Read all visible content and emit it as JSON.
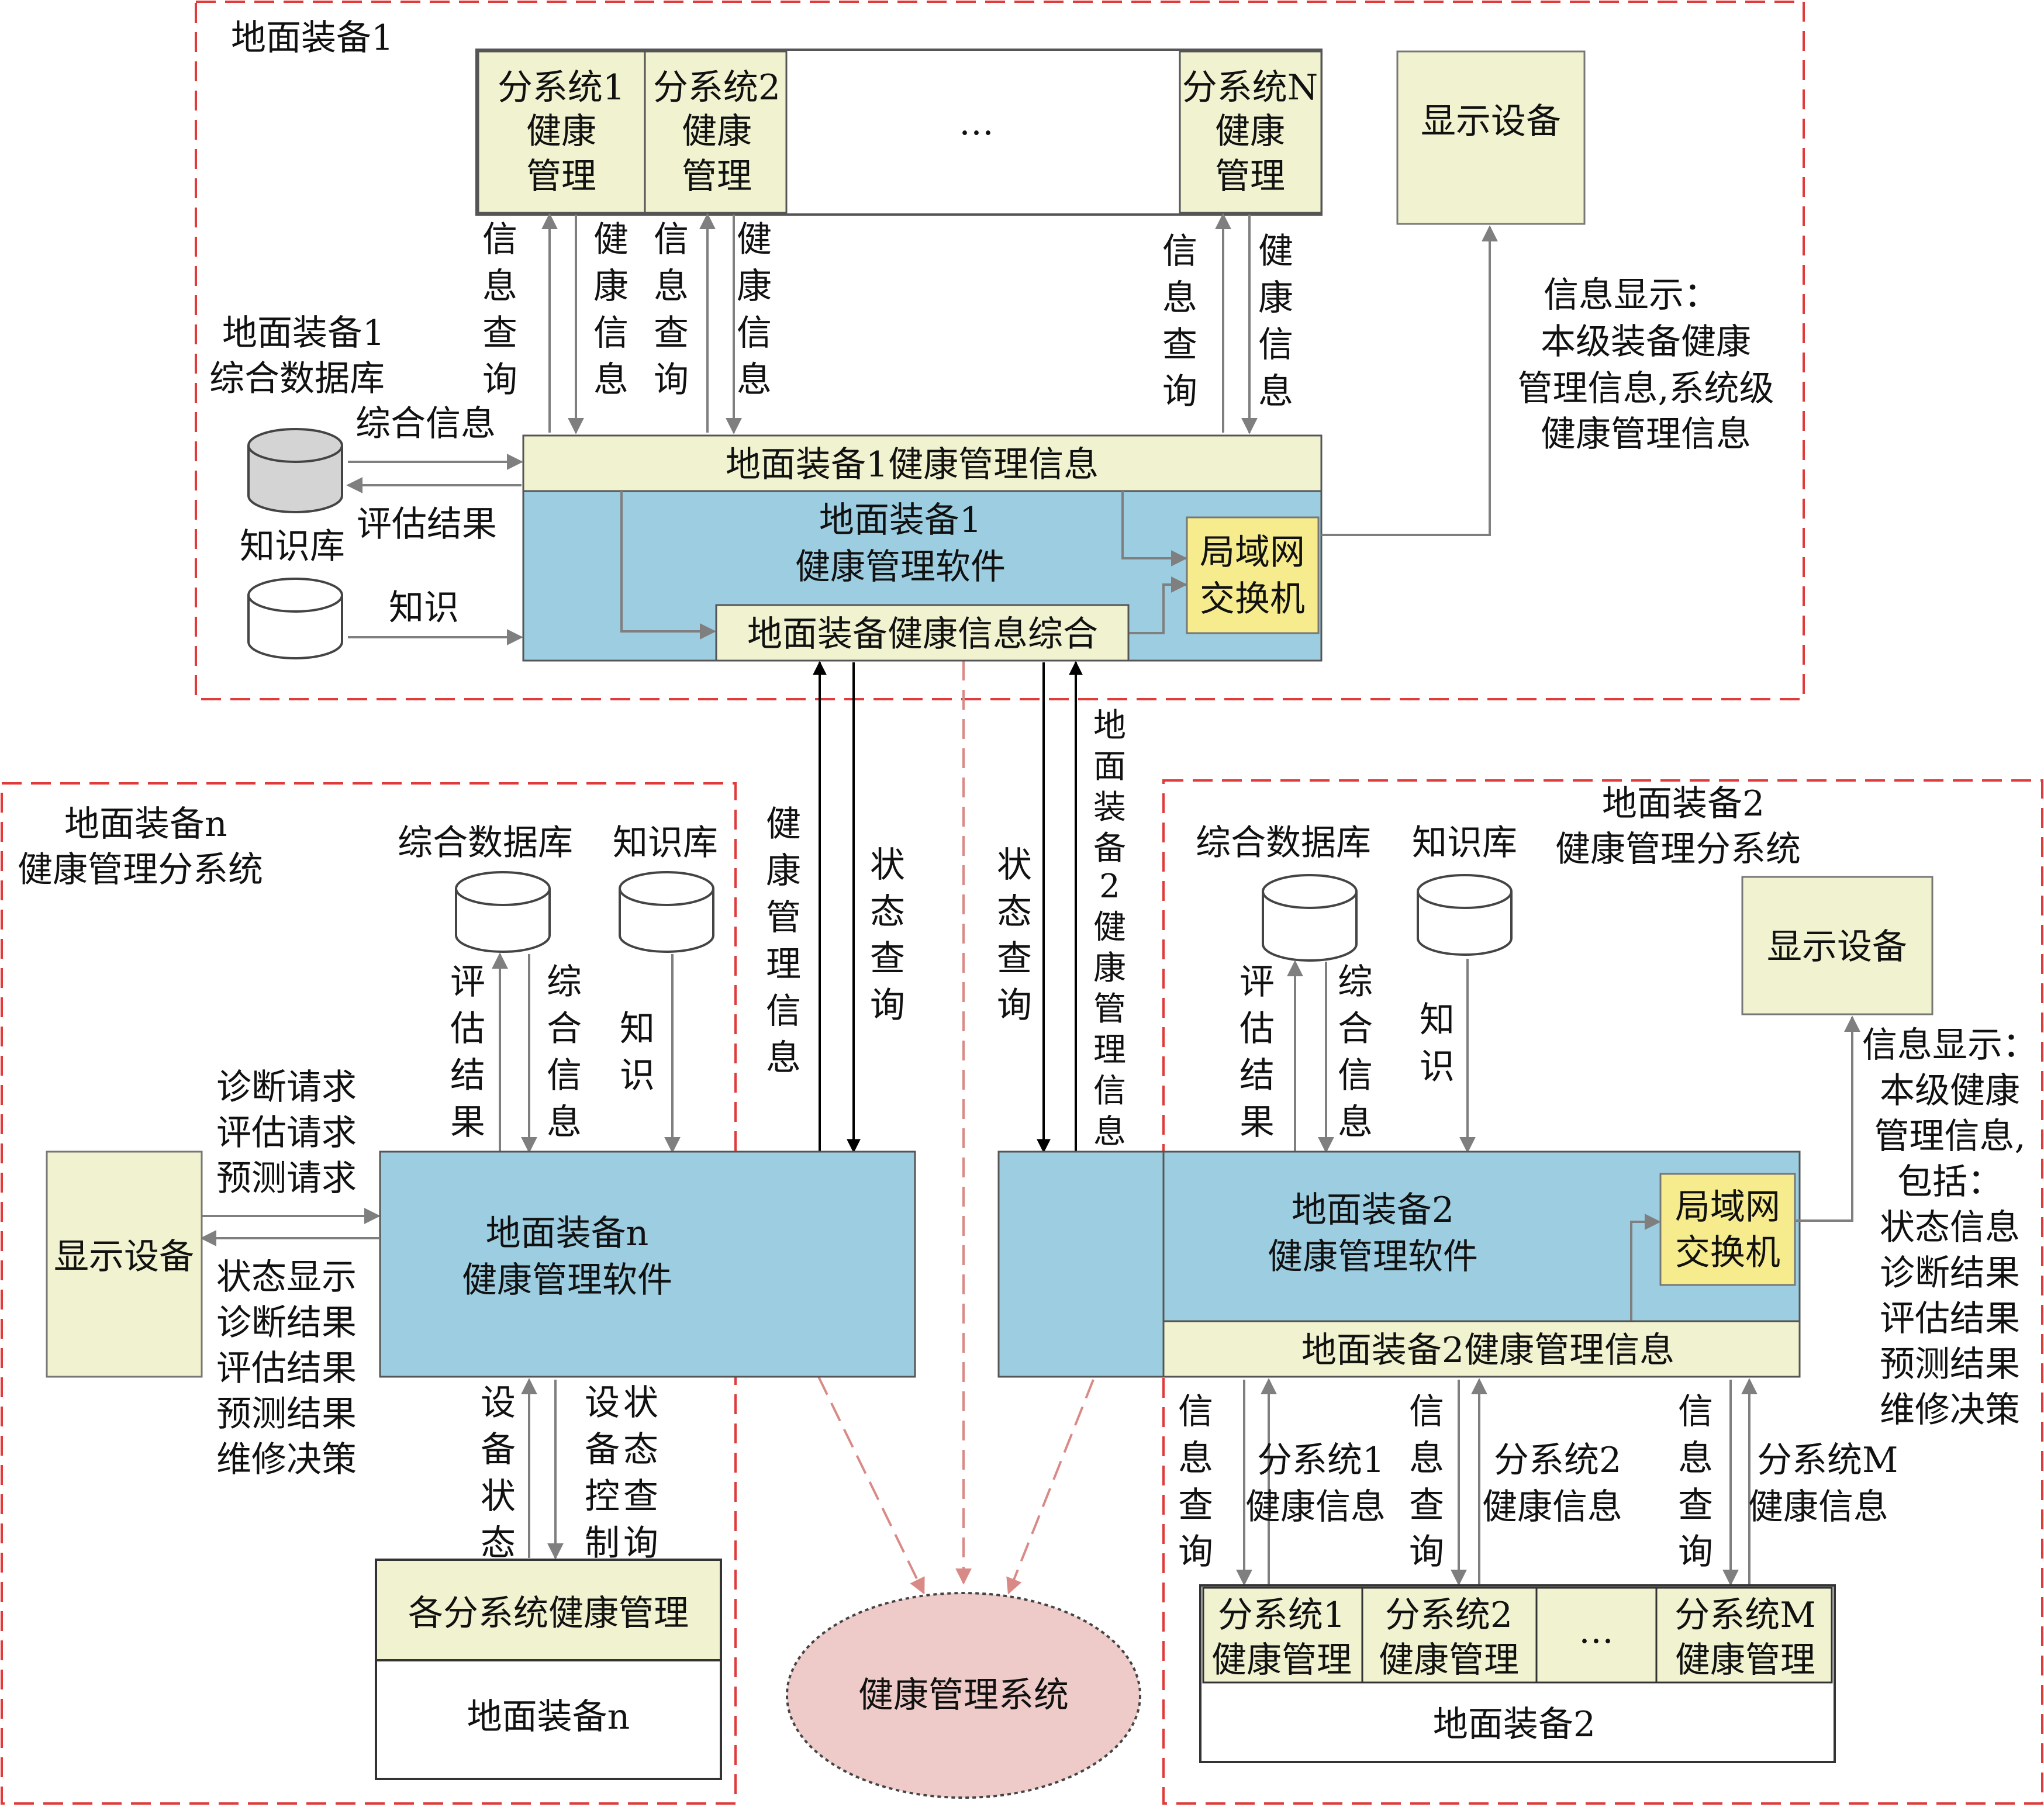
{
  "colors": {
    "software": "#9ccde0",
    "info_bar": "#f1f2cf",
    "subsystem": "#f1f2cf",
    "switch": "#f6ec8e",
    "system_ellipse": "#eecbc8",
    "region_border": "#e03a3a",
    "arrow_gray": "#7f7f7f",
    "arrow_dark": "#000000",
    "dashed_arrow": "#d98a86"
  },
  "equip1": {
    "title": "地面装备1",
    "subsystems": {
      "s1": [
        "分系统1",
        "健康",
        "管理"
      ],
      "s2": [
        "分系统2",
        "健康",
        "管理"
      ],
      "dots": "…",
      "sN": [
        "分系统N",
        "健康",
        "管理"
      ]
    },
    "display": "显示设备",
    "labels": {
      "info_query_1": [
        "信",
        "息",
        "查",
        "询"
      ],
      "health_info_1": [
        "健",
        "康",
        "信",
        "息"
      ],
      "info_query_2": [
        "信",
        "息",
        "查",
        "询"
      ],
      "health_info_2": [
        "健",
        "康",
        "信",
        "息"
      ],
      "info_query_N": [
        "信",
        "息",
        "查",
        "询"
      ],
      "health_info_N": [
        "健",
        "康",
        "信",
        "息"
      ]
    },
    "db_title": [
      "地面装备1",
      "综合数据库"
    ],
    "composite_info": "综合信息",
    "eval_result": "评估结果",
    "kb": "知识库",
    "knowledge": "知识",
    "health_info_bar": "地面装备1健康管理信息",
    "software": [
      "地面装备1",
      "健康管理软件"
    ],
    "switch": [
      "局域网",
      "交换机"
    ],
    "integration": "地面装备健康信息综合",
    "display_note": [
      "信息显示：",
      "本级装备健康",
      "管理信息,系统级",
      "健康管理信息"
    ]
  },
  "center": {
    "health_mgmt_info": [
      "健",
      "康",
      "管",
      "理",
      "信",
      "息"
    ],
    "status_query_left": [
      "状",
      "态",
      "查",
      "询"
    ],
    "status_query_right": [
      "状",
      "态",
      "查",
      "询"
    ],
    "equip2_health_info": [
      "地",
      "面",
      "装",
      "备",
      "2",
      "健",
      "康",
      "管",
      "理",
      "信",
      "息"
    ],
    "system": "健康管理系统"
  },
  "equipn": {
    "title": [
      "地面装备n",
      "健康管理分系统"
    ],
    "db": "综合数据库",
    "kb": "知识库",
    "eval_result": [
      "评",
      "估",
      "结",
      "果"
    ],
    "composite_info": [
      "综",
      "合",
      "信",
      "息"
    ],
    "knowledge": [
      "知",
      "识"
    ],
    "requests": [
      "诊断请求",
      "评估请求",
      "预测请求"
    ],
    "display": "显示设备",
    "results": [
      "状态显示",
      "诊断结果",
      "评估结果",
      "预测结果",
      "维修决策"
    ],
    "software": [
      "地面装备n",
      "健康管理软件"
    ],
    "equip_status": [
      "设",
      "备",
      "状",
      "态"
    ],
    "status_query": [
      "状",
      "态",
      "查",
      "询"
    ],
    "device_control": [
      "设",
      "备",
      "控",
      "制"
    ],
    "subsys_mgmt": "各分系统健康管理",
    "equip": "地面装备n"
  },
  "equip2": {
    "title": [
      "地面装备2",
      "健康管理分系统"
    ],
    "db": "综合数据库",
    "kb": "知识库",
    "display": "显示设备",
    "eval_result": [
      "评",
      "估",
      "结",
      "果"
    ],
    "composite_info": [
      "综",
      "合",
      "信",
      "息"
    ],
    "knowledge": [
      "知",
      "识"
    ],
    "display_note": [
      "信息显示：",
      "本级健康",
      "管理信息,",
      "包括：",
      "状态信息",
      "诊断结果",
      "评估结果",
      "预测结果",
      "维修决策"
    ],
    "software": [
      "地面装备2",
      "健康管理软件"
    ],
    "switch": [
      "局域网",
      "交换机"
    ],
    "health_info_bar": "地面装备2健康管理信息",
    "info_query": [
      "信",
      "息",
      "查",
      "询"
    ],
    "sub1_info": [
      "分系统1",
      "健康信息"
    ],
    "sub2_info": [
      "分系统2",
      "健康信息"
    ],
    "subM_info": [
      "分系统M",
      "健康信息"
    ],
    "subsystems": {
      "s1": [
        "分系统1",
        "健康管理"
      ],
      "s2": [
        "分系统2",
        "健康管理"
      ],
      "dots": "…",
      "sM": [
        "分系统M",
        "健康管理"
      ]
    },
    "equip": "地面装备2"
  }
}
